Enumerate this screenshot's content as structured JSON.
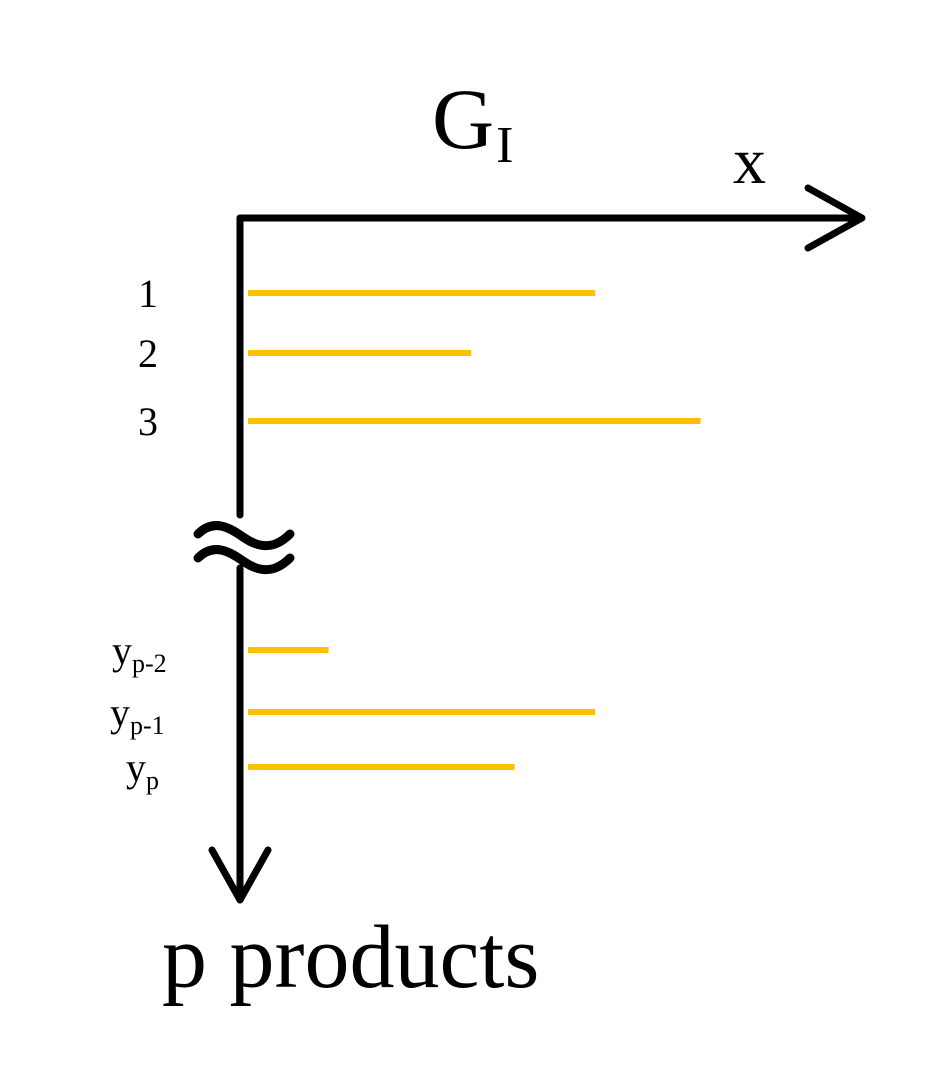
{
  "title": {
    "main": "G",
    "subscript": "I"
  },
  "x_axis_label": "x",
  "y_axis_label": "p products",
  "colors": {
    "line": "#ffc000",
    "axis": "#000000"
  },
  "rows": [
    {
      "label": "1",
      "sub": "",
      "value": 0.56
    },
    {
      "label": "2",
      "sub": "",
      "value": 0.36
    },
    {
      "label": "3",
      "sub": "",
      "value": 0.73
    },
    {
      "label": "y",
      "sub": "p-2",
      "value": 0.13
    },
    {
      "label": "y",
      "sub": "p-1",
      "value": 0.56
    },
    {
      "label": "y",
      "sub": "p",
      "value": 0.43
    }
  ],
  "axis_break": "≈"
}
